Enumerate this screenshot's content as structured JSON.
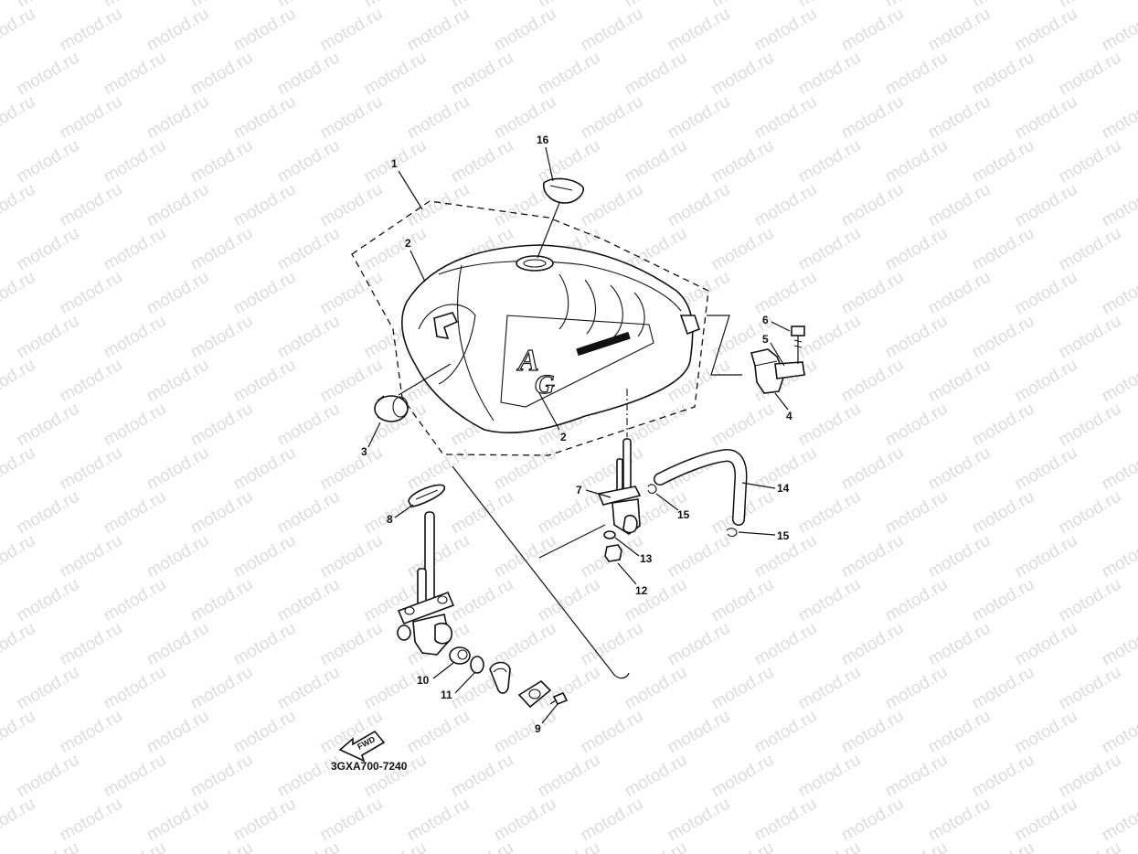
{
  "watermark": "motod.ru",
  "callouts": {
    "c1": "1",
    "c2a": "2",
    "c2b": "2",
    "c3": "3",
    "c4": "4",
    "c5": "5",
    "c6": "6",
    "c7": "7",
    "c8": "8",
    "c9": "9",
    "c10": "10",
    "c11": "11",
    "c12": "12",
    "c13": "13",
    "c14": "14",
    "c15a": "15",
    "c15b": "15",
    "c16": "16"
  },
  "fwd_label": "FWD",
  "diagram_code": "3GXA700-7240"
}
